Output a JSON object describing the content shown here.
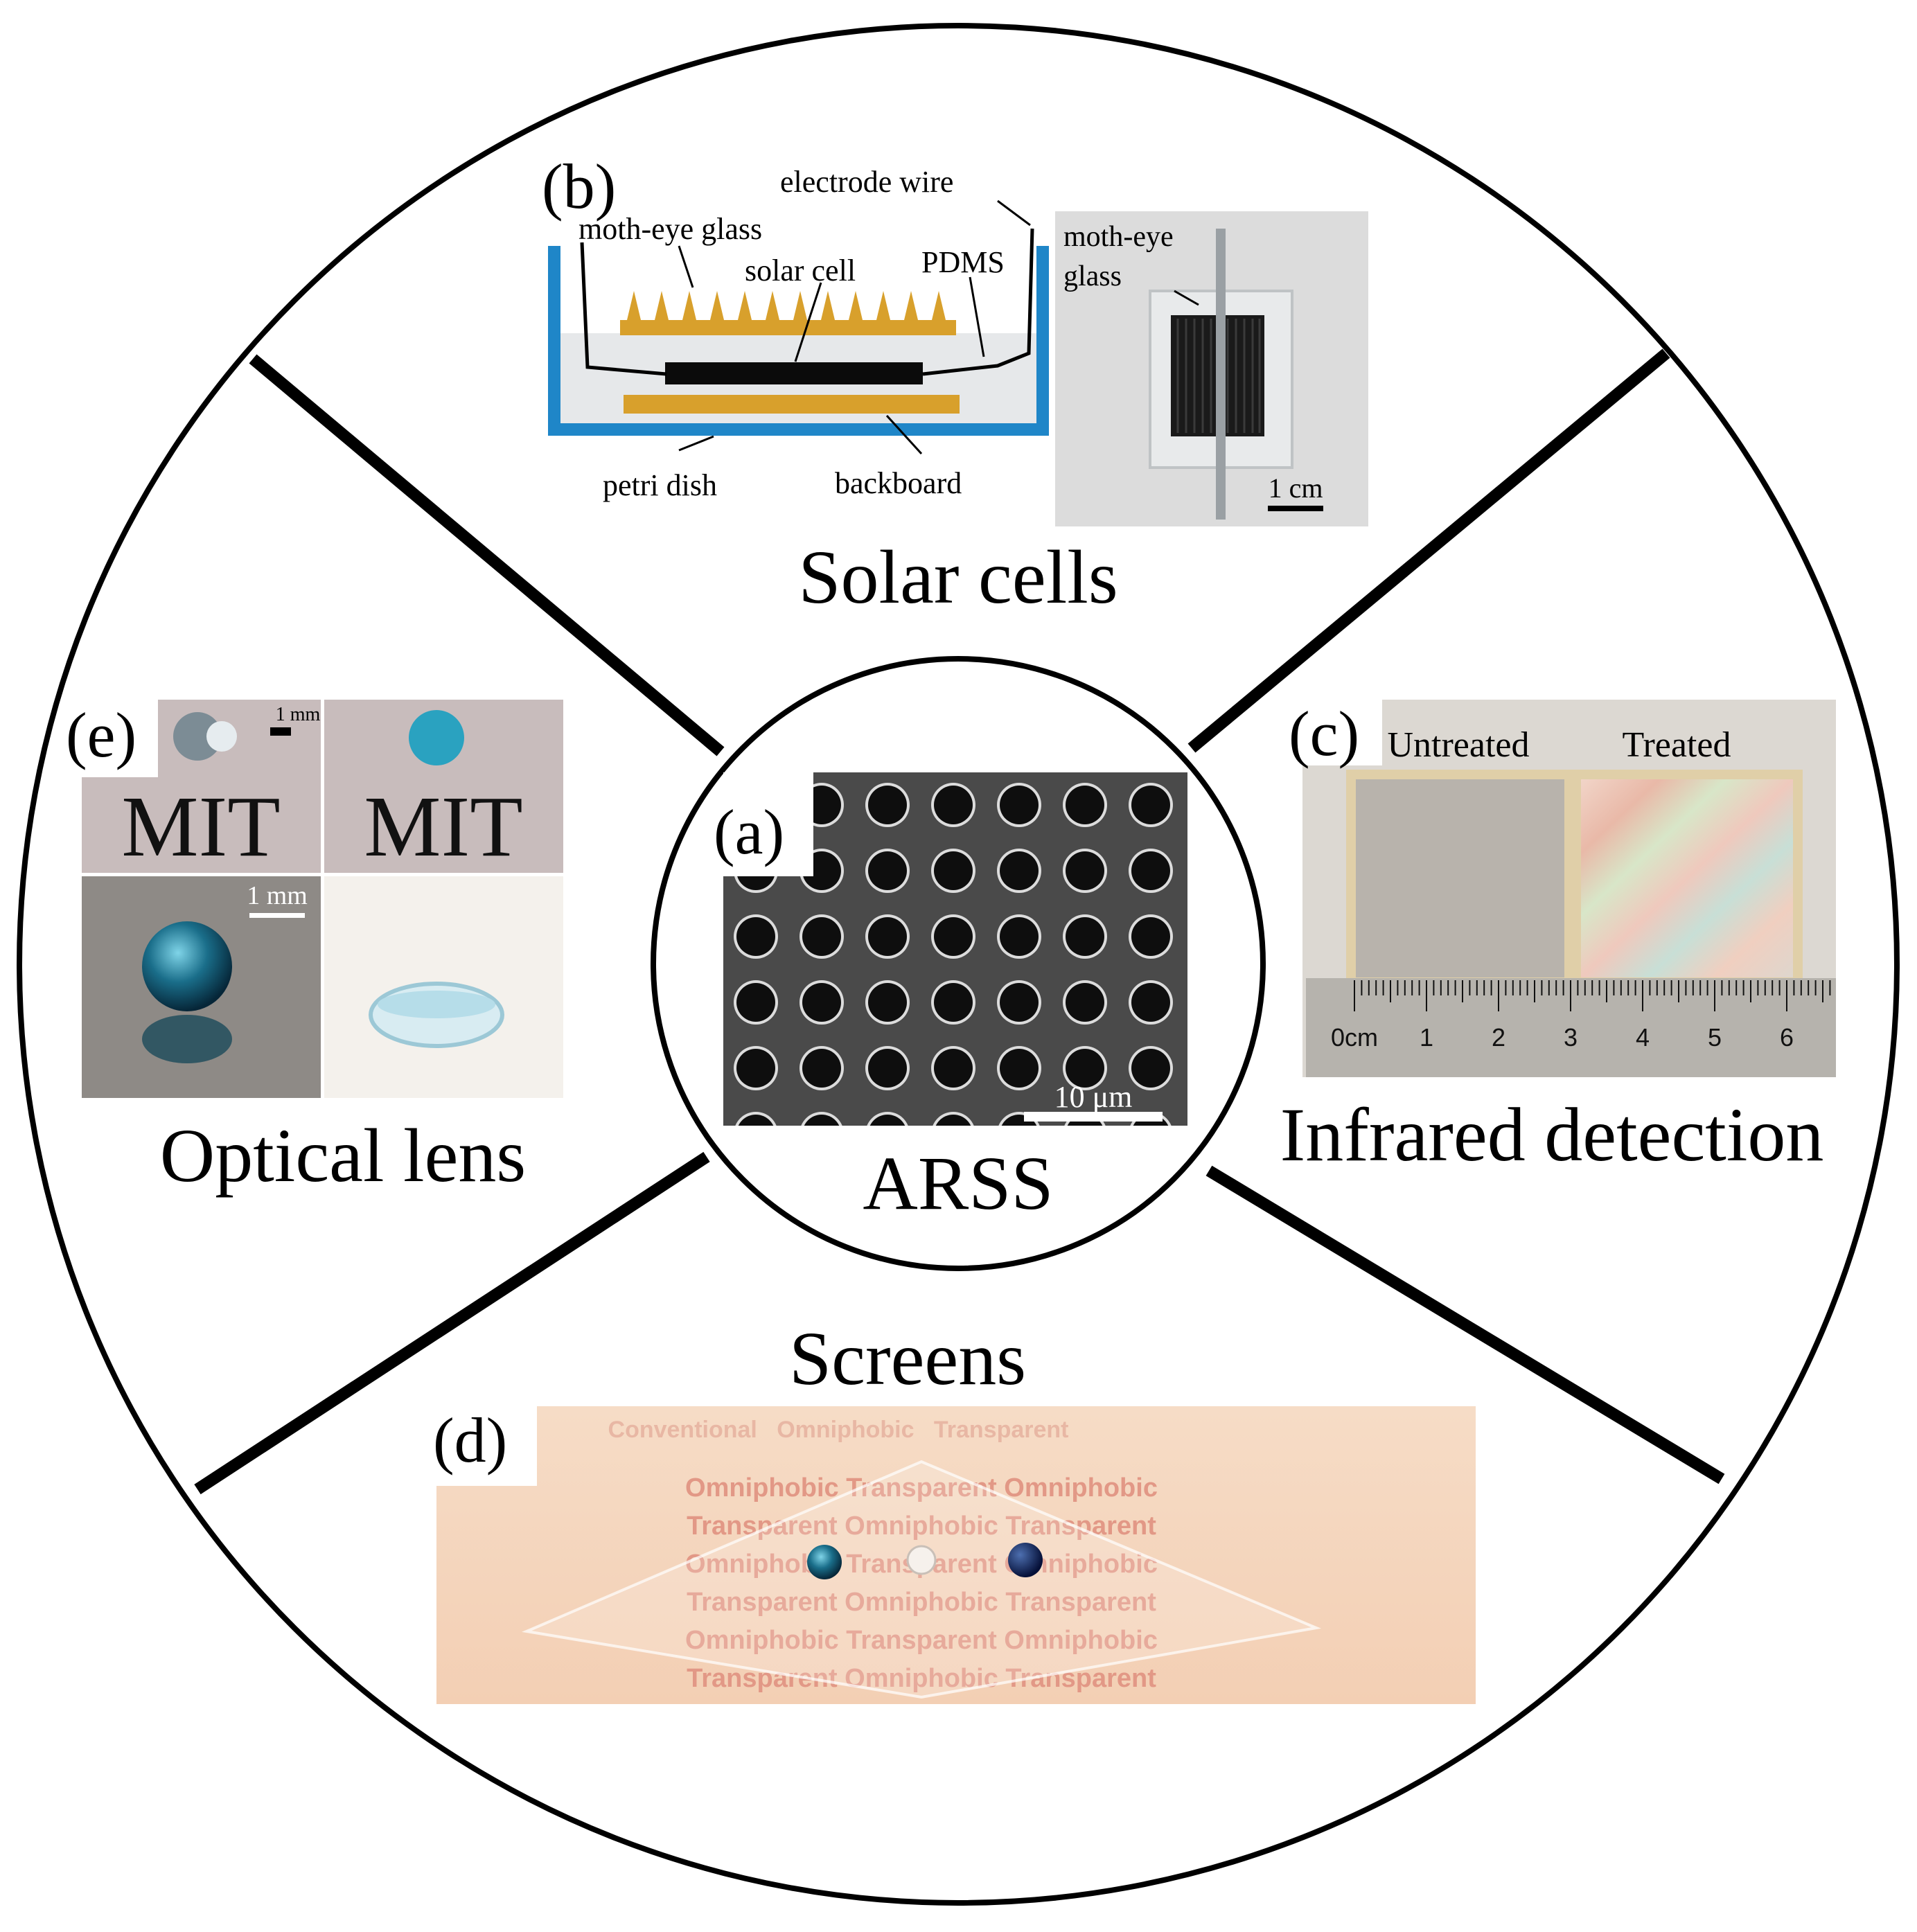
{
  "center": {
    "panel_letter": "(a)",
    "title": "ARSS",
    "scale_bar": "10 μm"
  },
  "solar_cells": {
    "panel_letter": "(b)",
    "title": "Solar cells",
    "labels": {
      "electrode_wire": "electrode wire",
      "moth_eye_glass": "moth-eye glass",
      "solar_cell": "solar cell",
      "pdms": "PDMS",
      "petri_dish": "petri dish",
      "backboard": "backboard",
      "photo_moth_eye": "moth-eye",
      "photo_glass": "glass",
      "scale_bar": "1 cm"
    },
    "colors": {
      "dish": "#1f86c8",
      "gold": "#d8a02c",
      "cell": "#0b0b0b"
    }
  },
  "infrared": {
    "panel_letter": "(c)",
    "title": "Infrared detection",
    "untreated": "Untreated",
    "treated": "Treated",
    "ruler_labels": [
      "0cm",
      "1",
      "2",
      "3",
      "4",
      "5",
      "6"
    ]
  },
  "screens": {
    "panel_letter": "(d)",
    "title": "Screens",
    "header_row": "Conventional   Omniphobic   Transparent",
    "text_rows": [
      "Omniphobic  Transparent  Omniphobic",
      "Transparent  Omniphobic  Transparent",
      "Omniphobic  Transparent  Omniphobic",
      "Transparent  Omniphobic  Transparent",
      "Omniphobic  Transparent  Omniphobic",
      "Transparent  Omniphobic  Transparent"
    ]
  },
  "optical_lens": {
    "panel_letter": "(e)",
    "title": "Optical lens",
    "mit_text": "MIT",
    "scale_small": "1 mm",
    "scale_bar": "1 mm"
  }
}
